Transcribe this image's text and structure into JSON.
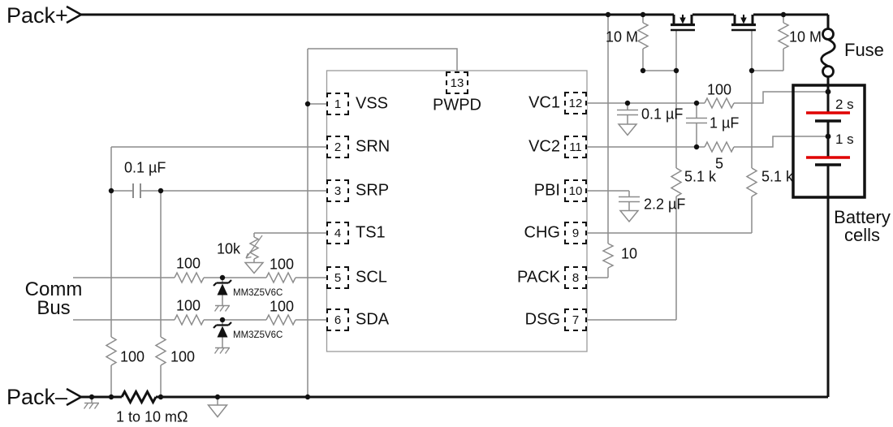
{
  "terminals": {
    "pack_plus": "Pack+",
    "pack_minus": "Pack–",
    "comm_line1": "Comm",
    "comm_line2": "Bus"
  },
  "ic": {
    "left_pins": [
      {
        "num": "1",
        "name": "VSS"
      },
      {
        "num": "2",
        "name": "SRN"
      },
      {
        "num": "3",
        "name": "SRP"
      },
      {
        "num": "4",
        "name": "TS1"
      },
      {
        "num": "5",
        "name": "SCL"
      },
      {
        "num": "6",
        "name": "SDA"
      }
    ],
    "right_pins": [
      {
        "num": "12",
        "name": "VC1"
      },
      {
        "num": "11",
        "name": "VC2"
      },
      {
        "num": "10",
        "name": "PBI"
      },
      {
        "num": "9",
        "name": "CHG"
      },
      {
        "num": "8",
        "name": "PACK"
      },
      {
        "num": "7",
        "name": "DSG"
      }
    ],
    "top_pin": {
      "num": "13",
      "name": "PWPD"
    }
  },
  "components": {
    "srn_srp_cap": "0.1 µF",
    "srn_filter_res": "100",
    "srp_filter_res": "100",
    "sense_resistor": "1 to 10 mΩ",
    "scl_res_left": "100",
    "scl_res_right": "100",
    "sda_res_left": "100",
    "sda_res_right": "100",
    "scl_zener": "MM3Z5V6C",
    "sda_zener": "MM3Z5V6C",
    "thermistor": "10k",
    "dsg_gate_pullup": "10 M",
    "chg_gate_pullup": "10 M",
    "fuse": "Fuse",
    "vc1_series_res": "100",
    "vc2_series_res": "5",
    "vc1_cap": "0.1 µF",
    "cell_balance_cap": "1 µF",
    "pbi_cap": "2.2 µF",
    "dsg_gate_res": "5.1 k",
    "chg_gate_res": "5.1 k",
    "pack_res": "10"
  },
  "battery": {
    "cell_top": "2 s",
    "cell_bottom": "1 s",
    "label_line1": "Battery",
    "label_line2": "cells"
  },
  "colors": {
    "wire_gray": "#8c8c8c",
    "ink_black": "#111111",
    "cell_red": "#e00000"
  }
}
